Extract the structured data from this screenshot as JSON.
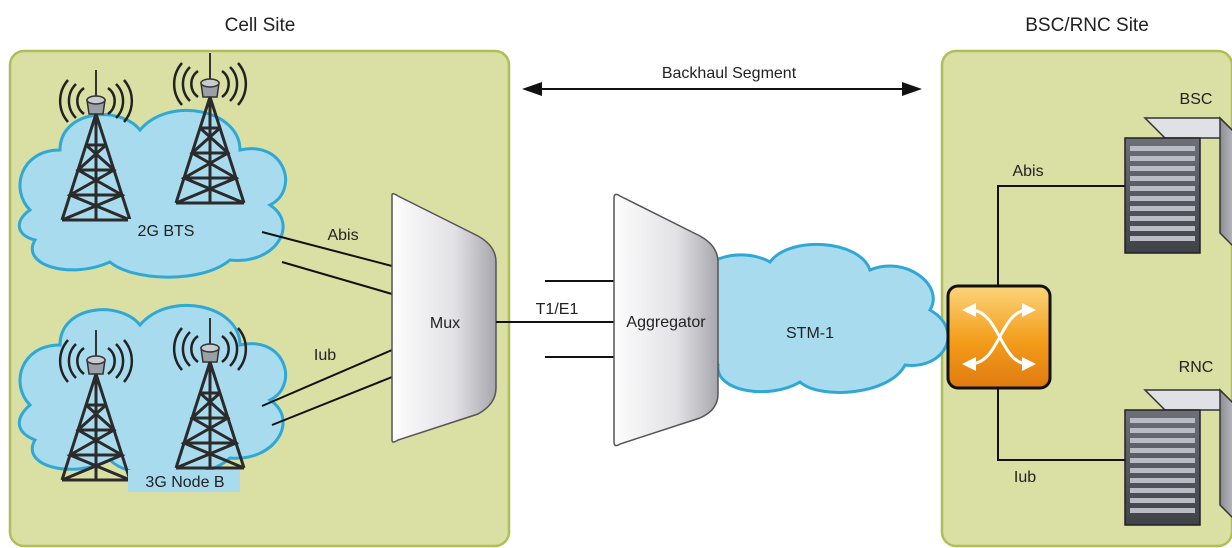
{
  "sites": {
    "cell_site": "Cell Site",
    "bsc_rnc_site": "BSC/RNC Site"
  },
  "backhaul": {
    "label": "Backhaul Segment"
  },
  "nodes": {
    "bts_2g": "2G BTS",
    "node_b_3g": "3G Node B",
    "mux": "Mux",
    "aggregator": "Aggregator",
    "stm1": "STM-1",
    "bsc": "BSC",
    "rnc": "RNC"
  },
  "links": {
    "abis_left": "Abis",
    "iub_left": "Iub",
    "t1e1": "T1/E1",
    "abis_right": "Abis",
    "iub_right": "Iub"
  },
  "colors": {
    "site_fill": "#dadfa4",
    "site_border": "#b0be5a",
    "cloud": "#a9dbef",
    "cloud_edge": "#2fa8d6",
    "switch": "#f39c1a"
  },
  "icons": {
    "tower": "cell-tower-icon",
    "server": "server-rack-icon",
    "switch": "switch-icon"
  }
}
